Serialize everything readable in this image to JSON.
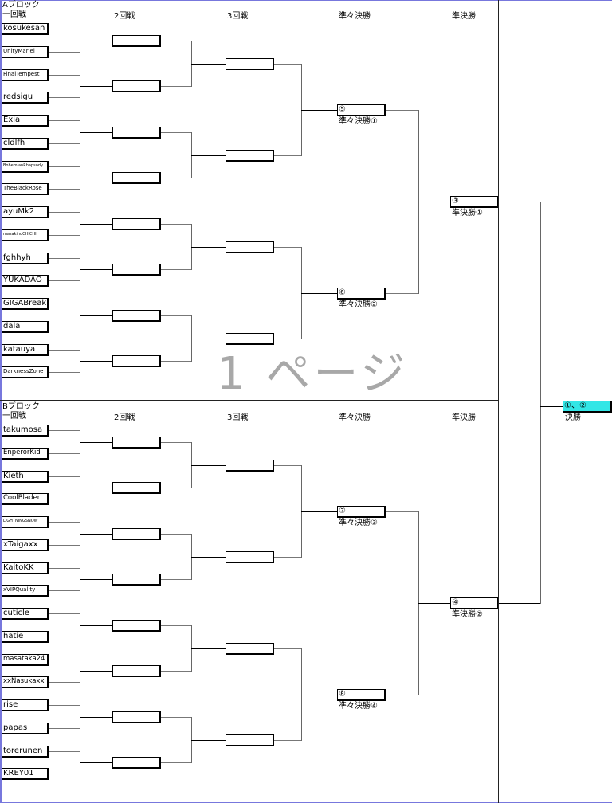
{
  "round_headers": [
    "一回戦",
    "2回戦",
    "3回戦",
    "準々決勝",
    "準決勝"
  ],
  "watermark": "1 ページ",
  "blocks": [
    {
      "title": "Aブロック",
      "players": [
        "kosukesan",
        "UnityMariel",
        "FinalTempest",
        "redsigu",
        "Exia",
        "cldlfh",
        "BohemianRhapsody",
        "TheBlackRose",
        "ayuMk2",
        "masakinoCHICHI",
        "fghhyh",
        "YUKADAO",
        "GIGABreak",
        "dala",
        "katauya",
        "DarknessZone"
      ],
      "qf_numbers": [
        "⑤",
        "⑥"
      ],
      "qf_labels": [
        "準々決勝①",
        "準々決勝②"
      ],
      "sf_number": "③",
      "sf_label": "準決勝①"
    },
    {
      "title": "Bブロック",
      "players": [
        "takumosa",
        "EnperorKid",
        "Kieth",
        "CoolBlader",
        "LIGHTNINGSNOW",
        "xTaigaxx",
        "KaitoKK",
        "xVIPQuality",
        "cuticle",
        "hatie",
        "masataka24",
        "xxNasukaxx",
        "rise",
        "papas",
        "torerunen",
        "KREY01"
      ],
      "qf_numbers": [
        "⑦",
        "⑧"
      ],
      "qf_labels": [
        "準々決勝③",
        "準々決勝④"
      ],
      "sf_number": "④",
      "sf_label": "準決勝②"
    }
  ],
  "final": {
    "number": "①、②",
    "label": "決勝",
    "color": "#33e6e6"
  }
}
